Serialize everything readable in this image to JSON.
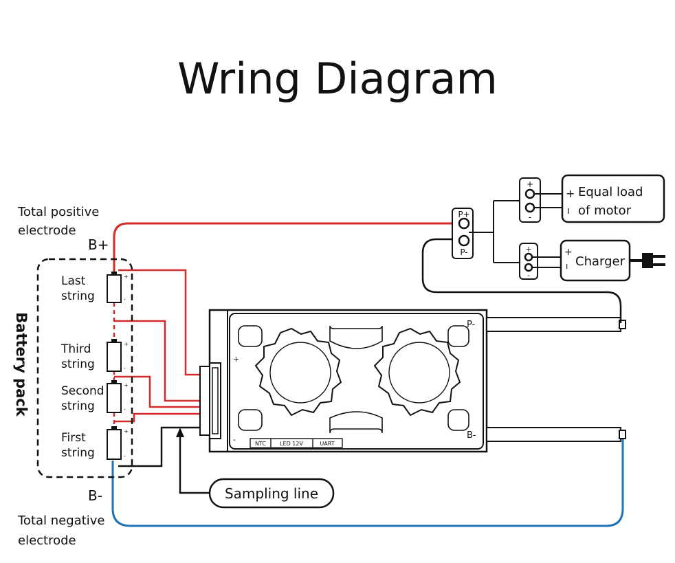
{
  "title": "Wring Diagram",
  "labels": {
    "total_positive": [
      "Total positive",
      "electrode"
    ],
    "b_plus": "B+",
    "total_negative": [
      "Total negative",
      "electrode"
    ],
    "b_minus": "B-",
    "battery_pack": "Battery pack",
    "sampling_line": "Sampling line",
    "charger": "Charger",
    "equal_load": [
      "Equal load",
      "of motor"
    ],
    "p_plus": "P+",
    "p_minus": "P-",
    "board_p_minus": "P-",
    "board_b_minus": "B-",
    "plus": "+",
    "minus": "-",
    "tick": "ı"
  },
  "strings": [
    {
      "name": [
        "Last",
        "string"
      ]
    },
    {
      "name": [
        "Third",
        "string"
      ]
    },
    {
      "name": [
        "Second",
        "string"
      ]
    },
    {
      "name": [
        "First",
        "string"
      ]
    }
  ],
  "board_ports": [
    "NTC",
    "LED 12V",
    "UART"
  ],
  "colors": {
    "positive_wire": "#d42a2a",
    "negative_wire": "#1f73b7",
    "line": "#111111",
    "background": "#ffffff"
  }
}
